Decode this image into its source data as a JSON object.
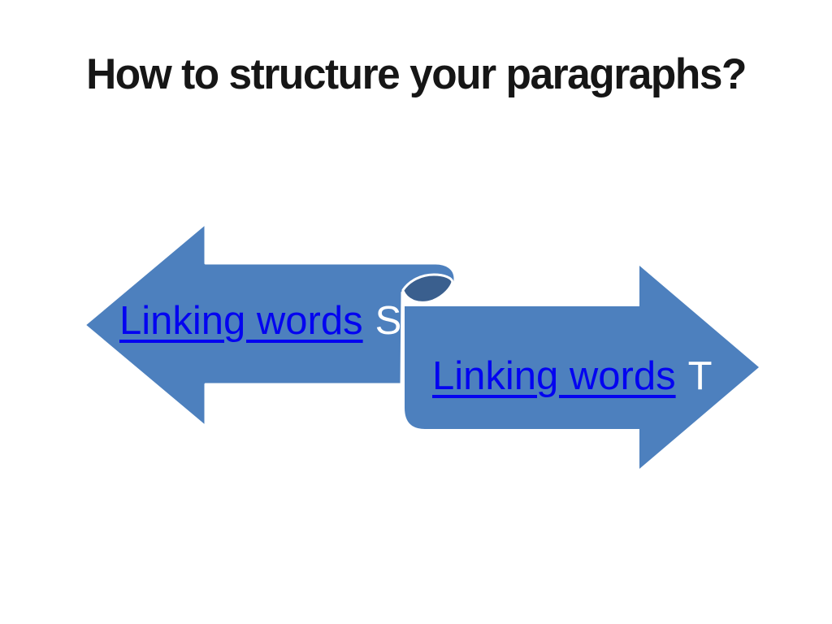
{
  "slide": {
    "title": "How to structure your paragraphs?",
    "background": "#FFFFFF"
  },
  "arrows": {
    "left": {
      "direction": "left",
      "link_text": "Linking words",
      "suffix": "S"
    },
    "right": {
      "direction": "right",
      "link_text": "Linking words",
      "suffix": "T"
    }
  },
  "colors": {
    "arrow_fill": "#4D80BE",
    "arrow_fold_dark": "#3A5F8E",
    "hyperlink": "#0404F0",
    "suffix_text": "#FFFFFF",
    "title_text": "#161616"
  }
}
